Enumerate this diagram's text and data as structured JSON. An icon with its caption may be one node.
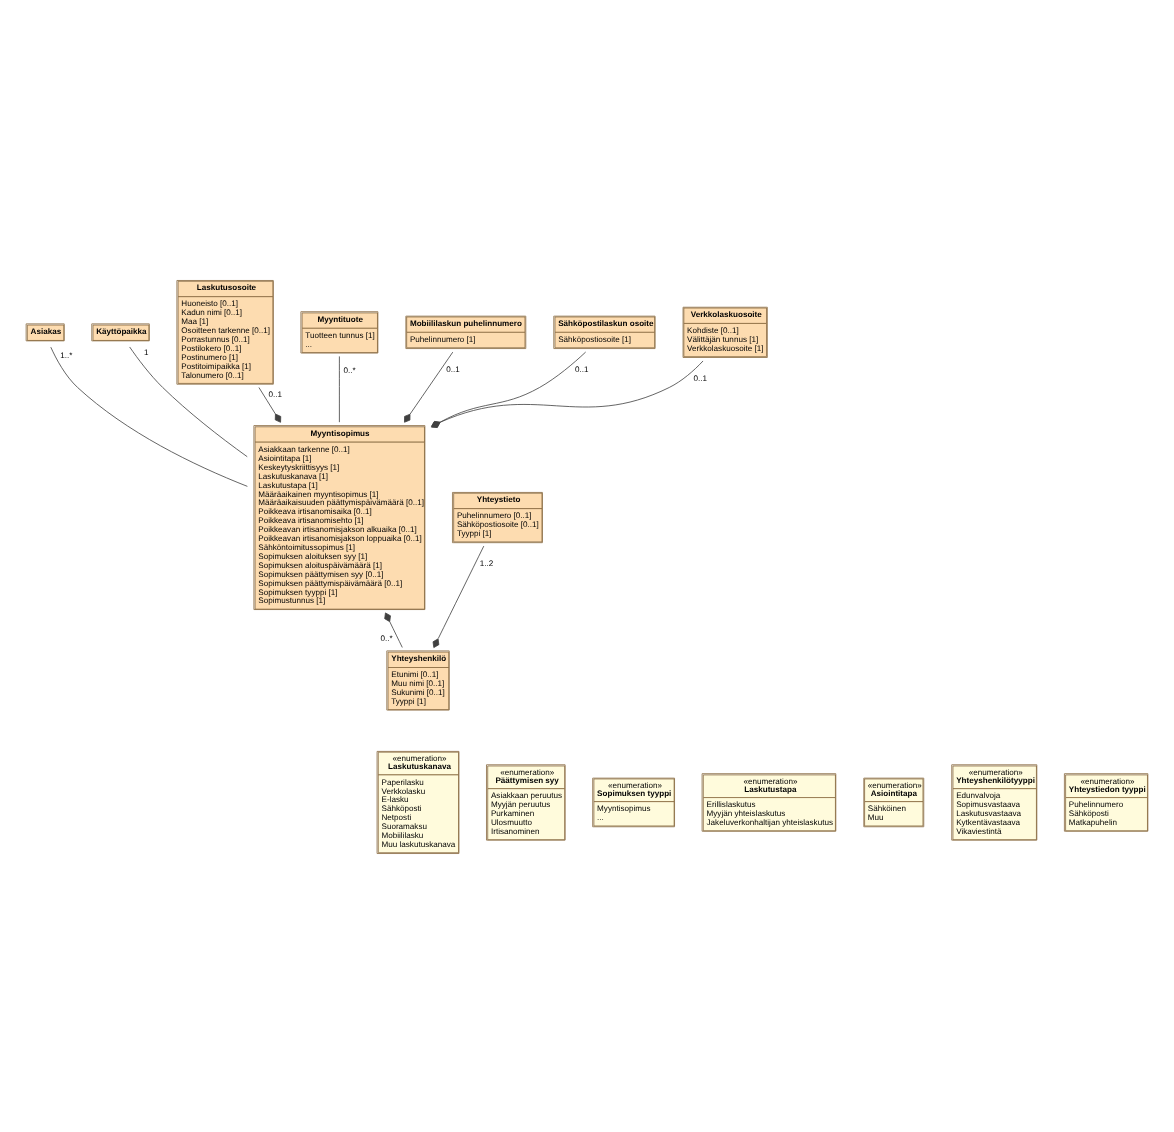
{
  "diagram": {
    "nodes": [
      {
        "text": [
          "Asiakas"
        ]
      },
      {
        "text": [
          "Käyttöpaikka"
        ]
      },
      {
        "text": [
          "Yhteyshenkilö",
          "Etunimi [0..1]",
          "Muu nimi [0..1]",
          "Sukunimi [0..1]",
          "Tyyppi [1]"
        ]
      },
      {
        "text": [
          "Laskutusosoite",
          "Huoneisto [0..1]",
          "Kadun nimi [0..1]",
          "Maa [1]",
          "Osoitteen tarkenne [0..1]",
          "Porrastunnus [0..1]",
          "Postilokero [0..1]",
          "Postinumero [1]",
          "Postitoimipaikka [1]",
          "Talonumero [0..1]"
        ]
      },
      {
        "text": [
          "Myyntisopimus",
          "Asiakkaan tarkenne [0..1]",
          "Asiointitapa [1]",
          "Keskeytyskriittisyys [1]",
          "Laskutuskanava [1]",
          "Laskutustapa [1]",
          "Määräaikainen myyntisopimus [1]",
          "Määräaikaisuuden päättymispäivämäärä [0..1]",
          "Poikkeava irtisanomisaika [0..1]",
          "Poikkeava irtisanomisehto [1]",
          "Poikkeavan irtisanomisjakson alkuaika [0..1]",
          "Poikkeavan irtisanomisjakson loppuaika [0..1]",
          "Sähköntoimitussopimus [1]",
          "Sopimuksen aloituksen syy [1]",
          "Sopimuksen aloituspäivämäärä [1]",
          "Sopimuksen päättymisen syy [0..1]",
          "Sopimuksen päättymispäivämäärä [0..1]",
          "Sopimuksen tyyppi [1]",
          "Sopimustunnus [1]"
        ]
      },
      {
        "text": [
          "Yhteystieto",
          "Puhelinnumero [0..1]",
          "Sähköpostiosoite [0..1]",
          "Tyyppi [1]"
        ]
      },
      {
        "text": [
          "Myyntituote",
          "Tuotteen tunnus [1]",
          "..."
        ]
      },
      {
        "text": [
          "Mobiililaskun puhelinnumero",
          "Puhelinnumero [1]"
        ]
      },
      {
        "text": [
          "Sähköpostilaskun osoite",
          "Sähköpostiosoite [1]"
        ]
      },
      {
        "text": [
          "Verkkolaskuosoite",
          "Kohdiste [0..1]",
          "Välittäjän tunnus [1]",
          "Verkkolaskuosoite [1]"
        ]
      },
      {
        "text": [
          "«enumeration»",
          "Laskutuskanava",
          "Paperilasku",
          "Verkkolasku",
          "E-lasku",
          "Sähköposti",
          "Netposti",
          "Suoramaksu",
          "Mobiililasku",
          "Muu laskutuskanava"
        ]
      },
      {
        "text": [
          "«enumeration»",
          "Päättymisen syy",
          "Asiakkaan peruutus",
          "Myyjän peruutus",
          "Purkaminen",
          "Ulosmuutto",
          "Irtisanominen"
        ]
      },
      {
        "text": [
          "«enumeration»",
          "Sopimuksen tyyppi",
          "Myyntisopimus",
          "..."
        ]
      },
      {
        "text": [
          "«enumeration»",
          "Laskutustapa",
          "Erillislaskutus",
          "Myyjän yhteislaskutus",
          "Jakeluverkonhaltijan yhteislaskutus"
        ]
      },
      {
        "text": [
          "«enumeration»",
          "Asiointitapa",
          "Sähköinen",
          "Muu"
        ]
      },
      {
        "text": [
          "«enumeration»",
          "Yhteyshenkilötyyppi",
          "Edunvalvoja",
          "Sopimusvastaava",
          "Laskutusvastaava",
          "Kytkentävastaava",
          "Vikaviestintä"
        ]
      },
      {
        "text": [
          "«enumeration»",
          "Yhteystiedon tyyppi",
          "Puhelinnumero",
          "Sähköposti",
          "Matkapuhelin"
        ]
      }
    ],
    "edges": [
      {
        "from": 0,
        "to": 4,
        "arrow": "none",
        "label": "1..*"
      },
      {
        "from": 1,
        "to": 4,
        "arrow": "none",
        "label": "1"
      },
      {
        "from": 2,
        "to": 4,
        "arrow": "other",
        "label": "0..*"
      },
      {
        "from": 5,
        "to": 2,
        "arrow": "other",
        "label": "1..2"
      },
      {
        "from": 3,
        "to": 4,
        "arrow": "other",
        "label": "0..1"
      },
      {
        "from": 6,
        "to": 4,
        "arrow": "none",
        "label": "0..*"
      },
      {
        "from": 7,
        "to": 4,
        "arrow": "other",
        "label": "0..1"
      },
      {
        "from": 8,
        "to": 4,
        "arrow": "other",
        "label": "0..1"
      },
      {
        "from": 9,
        "to": 4,
        "arrow": "other",
        "label": "0..1"
      }
    ]
  }
}
